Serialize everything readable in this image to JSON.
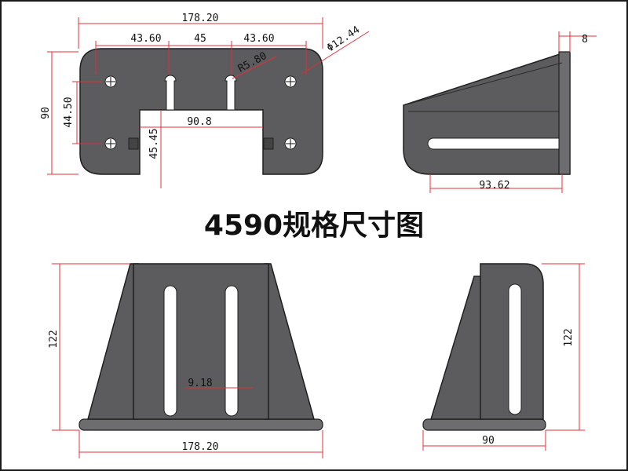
{
  "title": "4590规格尺寸图",
  "top_view": {
    "width": "178.20",
    "hole_left": "43.60",
    "hole_mid": "45",
    "hole_right": "43.60",
    "hole_dia": "Φ12.44",
    "radius": "R5.80",
    "height": "90",
    "inner_height": "44.50",
    "notch_width": "90.8",
    "notch_depth": "45.45"
  },
  "side_view": {
    "thickness": "8",
    "length": "93.62"
  },
  "front_view": {
    "height": "122",
    "slot_width": "9.18",
    "width": "178.20"
  },
  "end_view": {
    "height": "122",
    "width": "90"
  },
  "colors": {
    "dimension": "#e0303a",
    "part": "#5c5c5e",
    "outline": "#1f1f1f"
  }
}
